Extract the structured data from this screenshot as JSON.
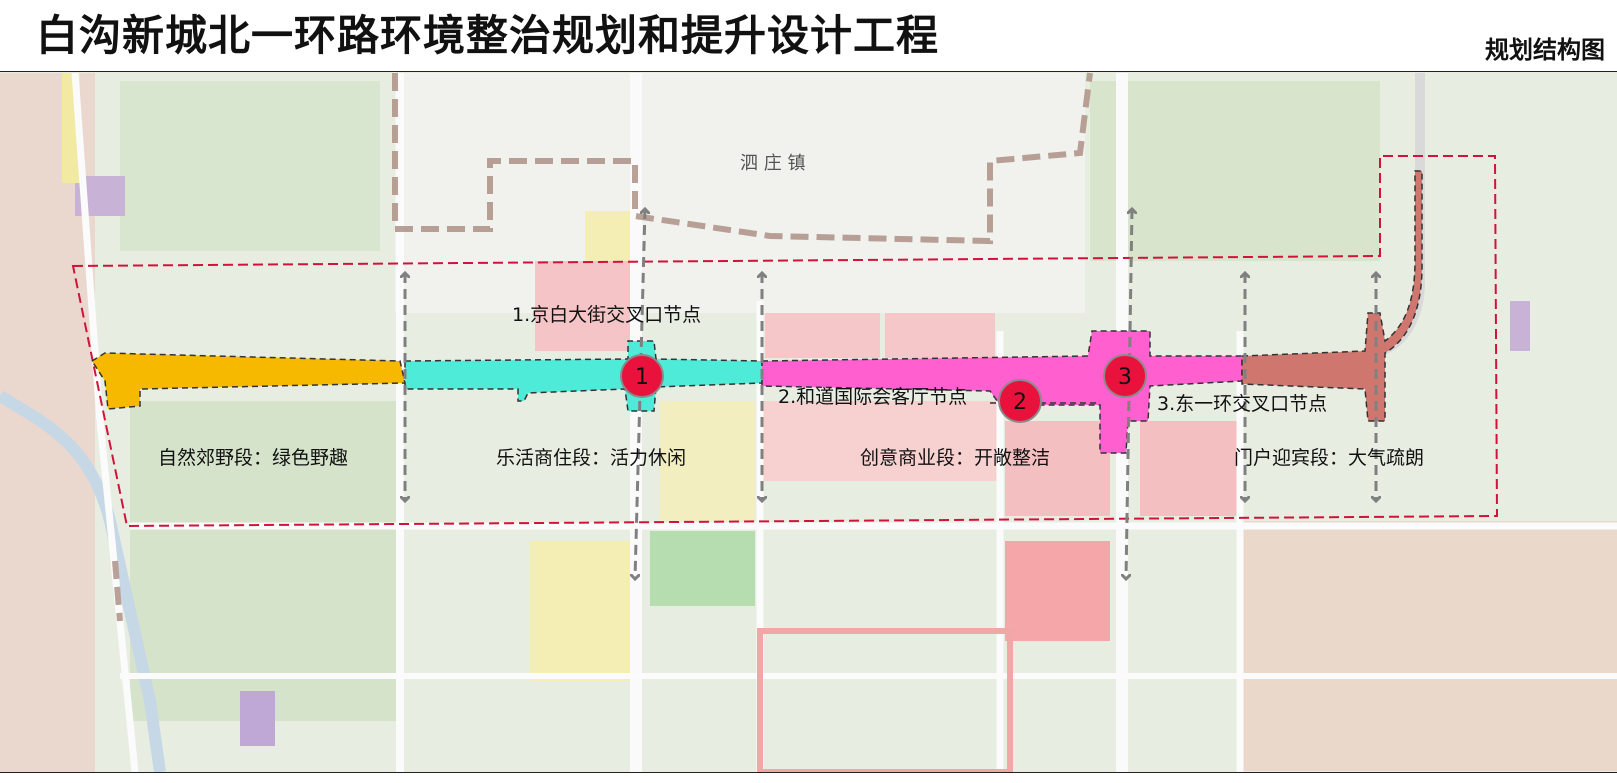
{
  "header": {
    "title": "白沟新城北一环路环境整治规划和提升设计工程",
    "subtitle": "规划结构图"
  },
  "map": {
    "town_label": "泗 庄 镇",
    "node_markers": [
      "1",
      "2",
      "3"
    ],
    "nodes": [
      {
        "number": "1",
        "name": "1.京白大街交叉口节点"
      },
      {
        "number": "2",
        "name": "2.和道国际会客厅节点"
      },
      {
        "number": "3",
        "name": "3.东一环交叉口节点"
      }
    ],
    "segments": [
      {
        "name": "自然郊野段：绿色野趣",
        "color": "#F7B800"
      },
      {
        "name": "乐活商住段：活力休闲",
        "color": "#4EEBD8"
      },
      {
        "name": "创意商业段：开敞整洁",
        "color": "#FF5FCF"
      },
      {
        "name": "门户迎宾段：大气疏朗",
        "color": "#CF776E"
      }
    ],
    "colors": {
      "boundary": "#D1123A",
      "node_fill": "#E8123D",
      "axis_arrow": "#808080",
      "town_boundary": "#A98B80"
    }
  }
}
